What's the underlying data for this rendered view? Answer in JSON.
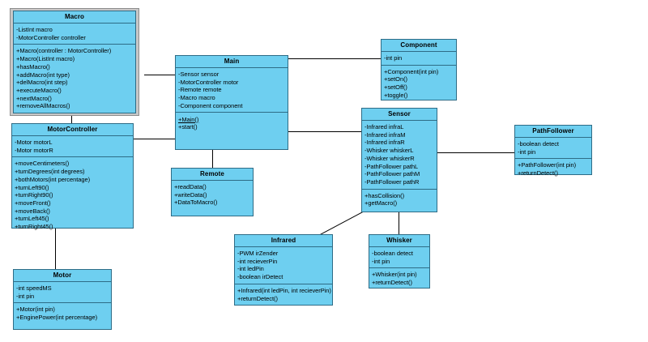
{
  "diagram": {
    "type": "uml-class-diagram",
    "background": "#ffffff",
    "class_fill": "#6ECFF0",
    "class_border": "#2E6C86",
    "selection_frame_color": "#C8C8C8",
    "connector_color": "#000000"
  },
  "classes": {
    "macro": {
      "name": "Macro",
      "attributes": [
        "-ListInt macro",
        "-MotorController controller"
      ],
      "operations": [
        "+Macro(controller : MotorController)",
        "+Macro(ListInt macro)",
        "+hasMacro()",
        "+addMacro(int type)",
        "+delMacro(int step)",
        "+executeMacro()",
        "+nextMacro()",
        "+removeAllMacros()"
      ]
    },
    "motorcontroller": {
      "name": "MotorController",
      "attributes": [
        "-Motor motorL",
        "-Motor motorR"
      ],
      "operations": [
        "+moveCentimeters()",
        "+turnDegrees(int degrees)",
        "+bothMotors(int percentage)",
        "+turnLeft90()",
        "+turnRight90()",
        "+moveFront()",
        "+moveBack()",
        "+turnLeft45()",
        "+turnRight45()"
      ]
    },
    "motor": {
      "name": "Motor",
      "attributes": [
        "-int speedMS",
        "-int pin"
      ],
      "operations": [
        "+Motor(int pin)",
        "+EnginePower(int percentage)"
      ]
    },
    "main": {
      "name": "Main",
      "attributes": [
        "-Sensor sensor",
        "-MotorController motor",
        "-Remote remote",
        "-Macro macro",
        "-Component component"
      ],
      "operations": [
        "+Main()",
        "+start()"
      ],
      "static_operations": [
        "+Main()"
      ]
    },
    "remote": {
      "name": "Remote",
      "attributes": [],
      "operations": [
        "+readData()",
        "+writeData()",
        "+DataToMacro()"
      ]
    },
    "component": {
      "name": "Component",
      "attributes": [
        "-int pin"
      ],
      "operations": [
        "+Component(int pin)",
        "+setOn()",
        "+setOff()",
        "+toggle()"
      ]
    },
    "sensor": {
      "name": "Sensor",
      "attributes": [
        "-Infrared infraL",
        "-Infrared infraM",
        "-Infrared infraR",
        "-Whisker whiskerL",
        "-Whisker whiskerR",
        "-PathFollower pathL",
        "-PathFollower pathM",
        "-PathFollower pathR"
      ],
      "operations": [
        "+hasCollision()",
        "+getMacro()"
      ]
    },
    "infrared": {
      "name": "Infrared",
      "attributes": [
        "-PWM irZender",
        "-int recieverPin",
        "-int ledPin",
        "-boolean irDetect"
      ],
      "operations": [
        "+Infrared(int ledPin, int recieverPin)",
        "+returnDetect()"
      ]
    },
    "whisker": {
      "name": "Whisker",
      "attributes": [
        "-boolean detect",
        "-int pin"
      ],
      "operations": [
        "+Whisker(int pin)",
        "+returnDetect()"
      ]
    },
    "pathfollower": {
      "name": "PathFollower",
      "attributes": [
        "-boolean detect",
        "-int pin"
      ],
      "operations": [
        "+PathFollower(int pin)",
        "+returnDetect()"
      ]
    }
  }
}
